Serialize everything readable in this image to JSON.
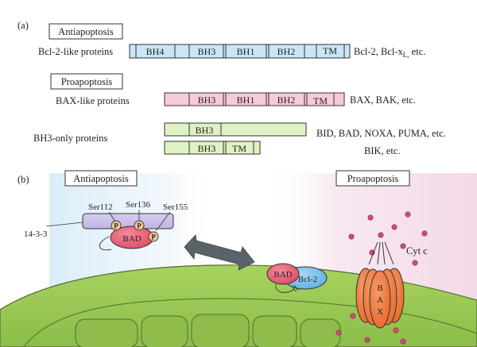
{
  "panel_a": {
    "label": "(a)",
    "antiapoptosis_box": "Antiapoptosis",
    "bcl2_like": {
      "name": "Bcl-2-like proteins",
      "domains": [
        "BH4",
        "BH3",
        "BH1",
        "BH2",
        "TM"
      ],
      "examples_prefix": "Bcl-2, Bcl-x",
      "examples_sub": "L,",
      "examples_suffix": " etc.",
      "color": "#c9e6f5"
    },
    "proapoptosis_box": "Proapoptosis",
    "bax_like": {
      "name": "BAX-like proteins",
      "domains": [
        "BH3",
        "BH1",
        "BH2",
        "TM"
      ],
      "examples": "BAX, BAK, etc.",
      "color": "#f7c9dc"
    },
    "bh3_only": {
      "name": "BH3-only proteins",
      "row1_domains": [
        "BH3"
      ],
      "row1_examples": "BID, BAD, NOXA, PUMA, etc.",
      "row2_domains": [
        "BH3",
        "TM"
      ],
      "row2_examples": "BIK, etc.",
      "color": "#dff2c5"
    }
  },
  "panel_b": {
    "label": "(b)",
    "antiapoptosis_box": "Antiapoptosis",
    "proapoptosis_box": "Proapoptosis",
    "protein_1433": "14-3-3",
    "sites": [
      "Ser112",
      "Ser136",
      "Ser155"
    ],
    "phospho": "P",
    "bad": "BAD",
    "bcl2": "Bcl-2",
    "cytc": "Cyt c",
    "bax_letters": [
      "B",
      "A",
      "X"
    ],
    "colors": {
      "bad": "#e8556f",
      "bcl2": "#6ab7e6",
      "bax": "#f07a3c",
      "cytc": "#cf4d77",
      "mito": "#9ccc55",
      "arrow": "#5a6468"
    }
  }
}
